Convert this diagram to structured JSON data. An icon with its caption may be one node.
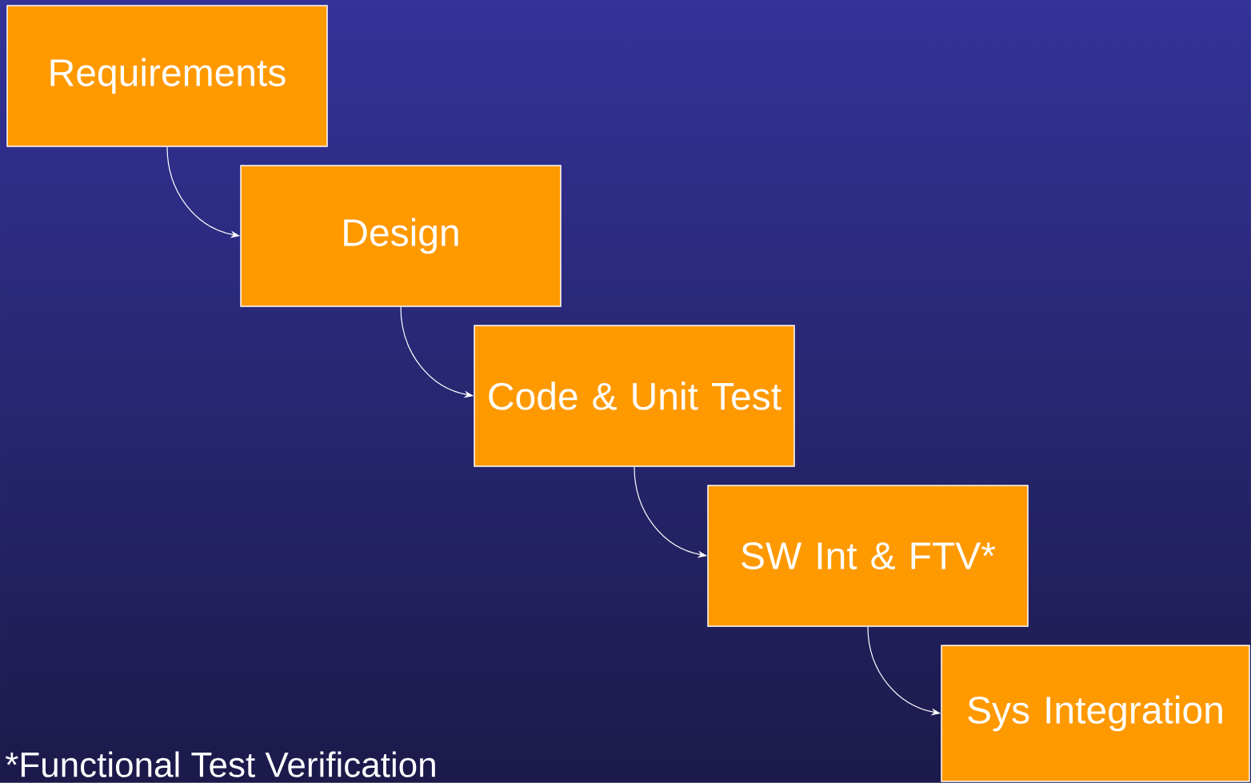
{
  "diagram": {
    "nodes": [
      {
        "text": [
          "Requirements"
        ]
      },
      {
        "text": [
          "Design"
        ]
      },
      {
        "text": [
          "Code & Unit Test"
        ]
      },
      {
        "text": [
          "SW Int & FTV*"
        ]
      },
      {
        "text": [
          "Sys Integration"
        ]
      }
    ],
    "edges": [
      {
        "from": 0,
        "to": 1,
        "arrow": "to"
      },
      {
        "from": 1,
        "to": 2,
        "arrow": "to"
      },
      {
        "from": 2,
        "to": 3,
        "arrow": "to"
      },
      {
        "from": 3,
        "to": 4,
        "arrow": "to"
      }
    ],
    "labels": [
      "*Functional Test Verification"
    ]
  }
}
